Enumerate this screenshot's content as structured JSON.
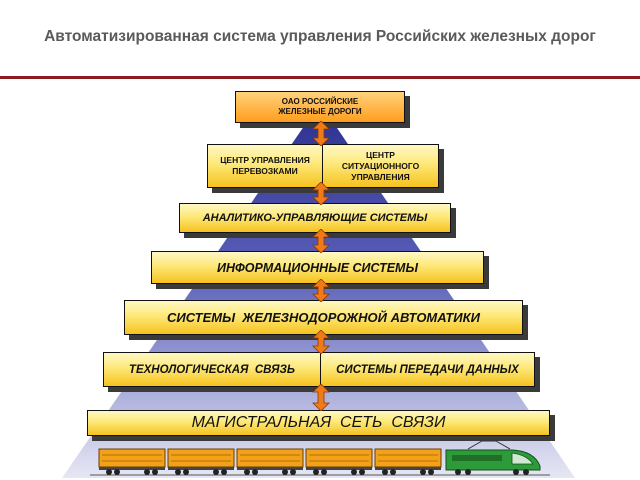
{
  "title": "Автоматизированная система управления Российских железных дорог",
  "levels": {
    "top": "ОАО РОССИЙСКИЕ ЖЕЛЕЗНЫЕ ДОРОГИ",
    "center_left": "ЦЕНТР УПРАВЛЕНИЯ ПЕРЕВОЗКАМИ",
    "center_right": "ЦЕНТР СИТУАЦИОННОГО УПРАВЛЕНИЯ",
    "analytics": "АНАЛИТИКО-УПРАВЛЯЮЩИЕ СИСТЕМЫ",
    "info": "ИНФОРМАЦИОННЫЕ СИСТЕМЫ",
    "automation": "СИСТЕМЫ  ЖЕЛЕЗНОДОРОЖНОЙ АВТОМАТИКИ",
    "tech_comm": "ТЕХНОЛОГИЧЕСКАЯ  СВЯЗЬ",
    "data_transfer": "СИСТЕМЫ ПЕРЕДАЧИ ДАННЫХ",
    "backbone": "МАГИСТРАЛЬНАЯ  СЕТЬ  СВЯЗИ"
  },
  "colors": {
    "box_gradient": [
      "#fff8c4",
      "#f6c21f"
    ],
    "top_box": "#ff9d1e",
    "pyramid": [
      "#2b2f8e",
      "#e6e7f4"
    ],
    "accent_rule": "#8b1c24",
    "arrow": "#f07a18",
    "wagon": "#f2a21a",
    "locomotive": "#2e9b3a"
  },
  "icons": [
    "double-arrow-icon",
    "freight-wagon-icon",
    "locomotive-icon"
  ]
}
